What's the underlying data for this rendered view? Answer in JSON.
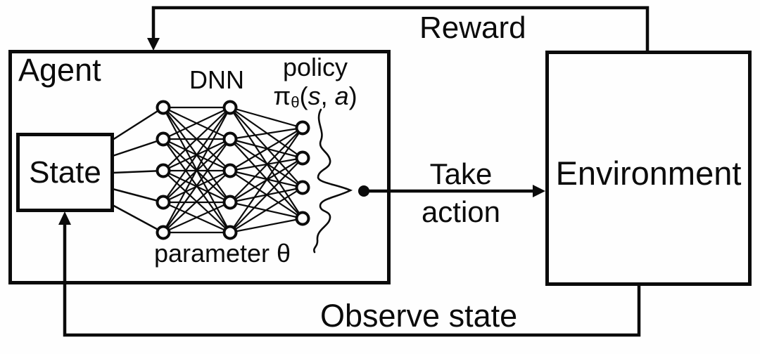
{
  "diagram": {
    "agent_box": {
      "title": "Agent"
    },
    "state_box": {
      "label": "State"
    },
    "environment_box": {
      "label": "Environment"
    },
    "dnn": {
      "label": "DNN",
      "parameter_label": "parameter θ",
      "layers": [
        5,
        5,
        4
      ]
    },
    "policy": {
      "label": "policy",
      "pi": "π",
      "theta_sub": "θ",
      "open_paren": "(",
      "s": "s",
      "comma": ", ",
      "a": "a",
      "close_paren": ")"
    },
    "arrows": {
      "reward_label": "Reward",
      "take_action_line1": "Take",
      "take_action_line2": "action",
      "observe_state_label": "Observe state"
    },
    "colors": {
      "ink": "#0b0b0b",
      "background": "#fefefe"
    }
  }
}
